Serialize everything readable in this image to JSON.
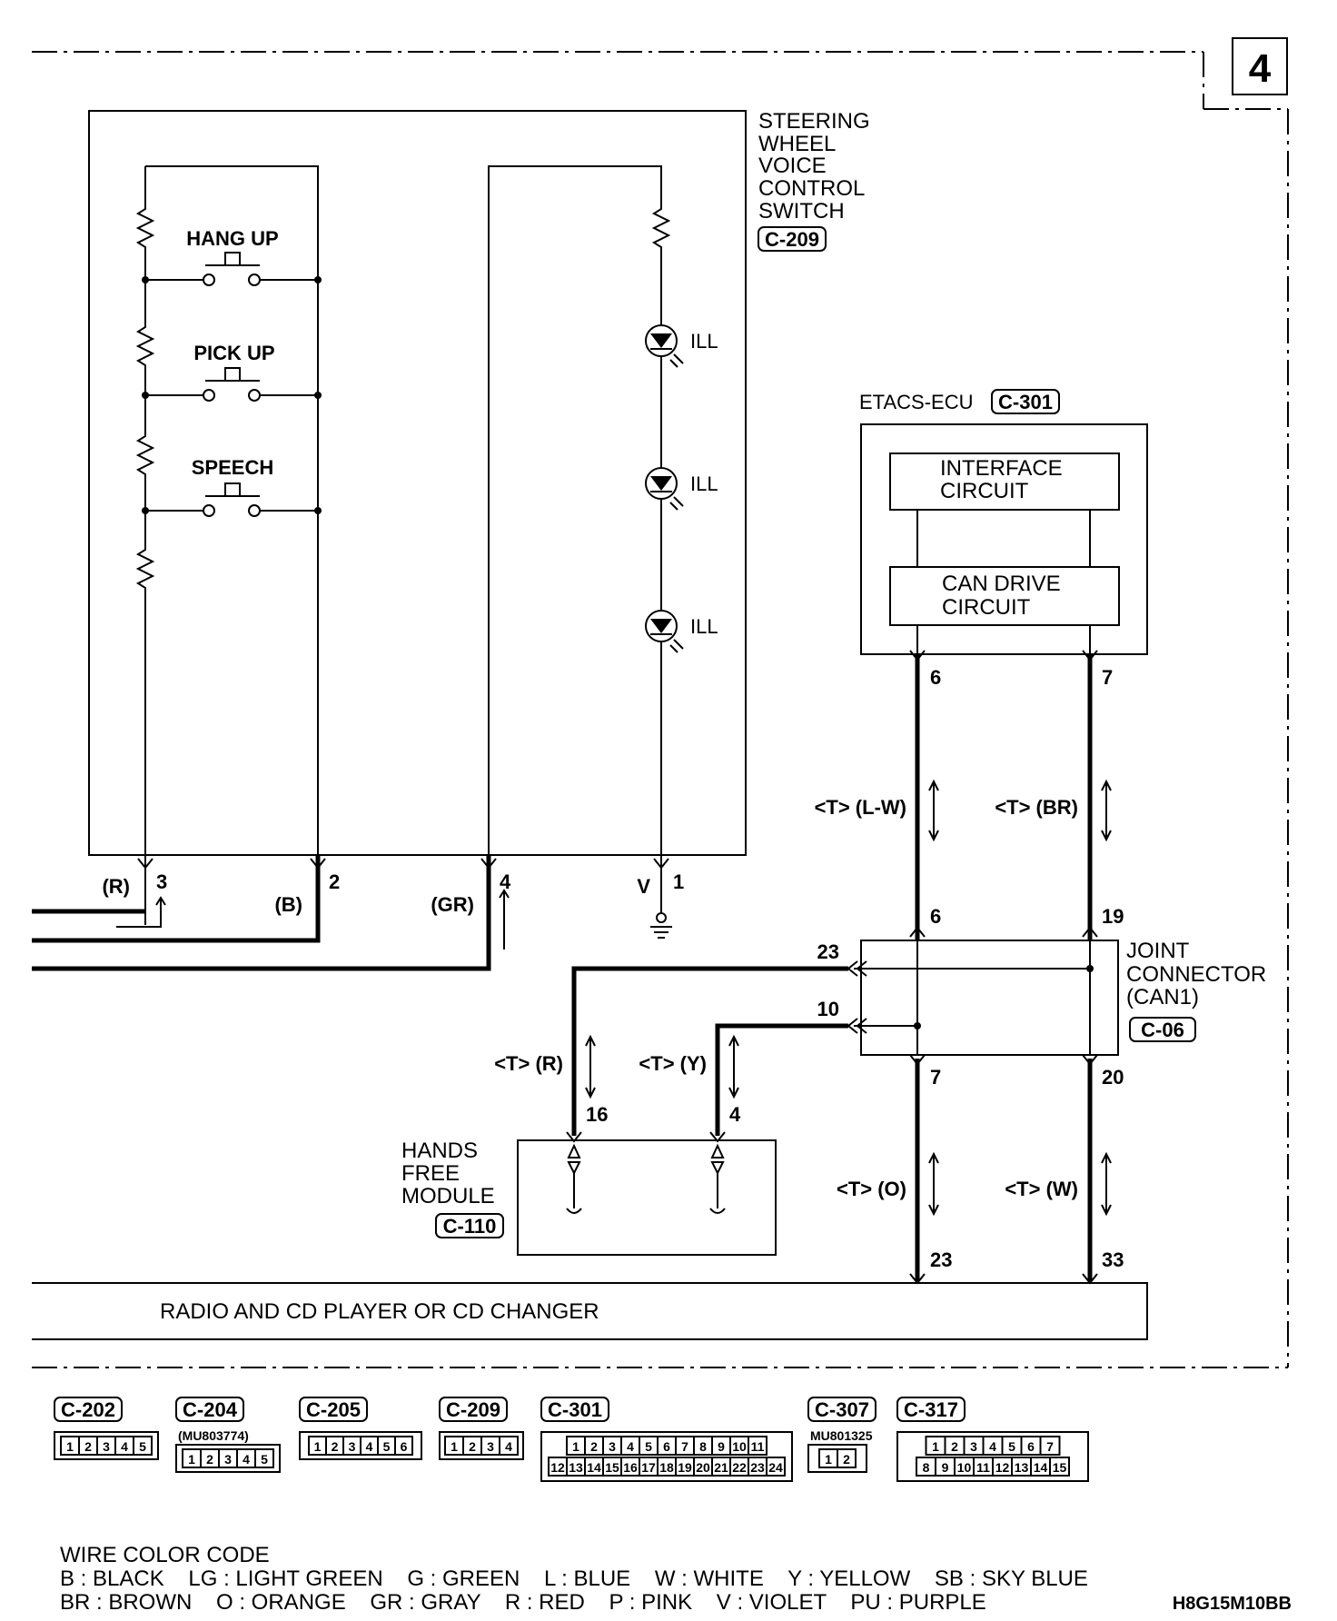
{
  "page_number": "4",
  "switch": {
    "name_lines": [
      "STEERING",
      "WHEEL",
      "VOICE",
      "CONTROL",
      "SWITCH"
    ],
    "connector": "C-209",
    "buttons": [
      "HANG UP",
      "PICK UP",
      "SPEECH"
    ],
    "ill_labels": [
      "ILL",
      "ILL",
      "ILL"
    ]
  },
  "switch_pins": [
    {
      "pin": "3",
      "color": "(R)"
    },
    {
      "pin": "2",
      "color": "(B)"
    },
    {
      "pin": "4",
      "color": "(GR)"
    },
    {
      "pin": "1",
      "color": "V"
    }
  ],
  "etacs": {
    "title": "ETACS-ECU",
    "connector": "C-301",
    "block1_lines": [
      "INTERFACE",
      "CIRCUIT"
    ],
    "block2_lines": [
      "CAN DRIVE",
      "CIRCUIT"
    ],
    "pin_left": "6",
    "pin_right": "7",
    "wire_left": "<T> (L-W)",
    "wire_right": "<T> (BR)"
  },
  "joint": {
    "name_lines": [
      "JOINT",
      "CONNECTOR",
      "(CAN1)"
    ],
    "connector": "C-06",
    "pin_top_left": "6",
    "pin_top_right": "19",
    "pin_23": "23",
    "pin_10": "10",
    "pin_bottom_left": "7",
    "pin_bottom_right": "20"
  },
  "hands_free": {
    "name_lines": [
      "HANDS",
      "FREE",
      "MODULE"
    ],
    "connector": "C-110",
    "pin_left": "16",
    "pin_right": "4",
    "wire_left": "<T> (R)",
    "wire_right": "<T> (Y)"
  },
  "radio": {
    "label": "RADIO AND CD PLAYER OR CD CHANGER",
    "pin_left": "23",
    "pin_right": "33",
    "wire_left": "<T> (O)",
    "wire_right": "<T> (W)"
  },
  "connectors": [
    {
      "id": "C-202",
      "part": "",
      "row1": [
        "1",
        "2",
        "3",
        "4",
        "5"
      ],
      "row2": []
    },
    {
      "id": "C-204",
      "part": "(MU803774)",
      "row1": [
        "1",
        "2",
        "3",
        "4",
        "5"
      ],
      "row2": []
    },
    {
      "id": "C-205",
      "part": "",
      "row1": [
        "1",
        "2",
        "3",
        "4",
        "5",
        "6"
      ],
      "row2": []
    },
    {
      "id": "C-209",
      "part": "",
      "row1": [
        "1",
        "2",
        "3",
        "4"
      ],
      "row2": []
    },
    {
      "id": "C-301",
      "part": "",
      "row1": [
        "1",
        "2",
        "3",
        "4",
        "5",
        "6",
        "7",
        "8",
        "9",
        "10",
        "11"
      ],
      "row2": [
        "12",
        "13",
        "14",
        "15",
        "16",
        "17",
        "18",
        "19",
        "20",
        "21",
        "22",
        "23",
        "24"
      ]
    },
    {
      "id": "C-307",
      "part": "MU801325",
      "row1": [
        "1",
        "2"
      ],
      "row2": []
    },
    {
      "id": "C-317",
      "part": "",
      "row1": [
        "1",
        "2",
        "3",
        "4",
        "5",
        "6",
        "7"
      ],
      "row2": [
        "8",
        "9",
        "10",
        "11",
        "12",
        "13",
        "14",
        "15"
      ]
    }
  ],
  "legend": {
    "title": "WIRE COLOR CODE",
    "line1": "B : BLACK    LG : LIGHT GREEN    G : GREEN    L : BLUE    W : WHITE    Y : YELLOW    SB : SKY BLUE",
    "line2": "BR : BROWN    O : ORANGE    GR : GRAY    R : RED    P : PINK    V : VIOLET    PU : PURPLE"
  },
  "figure_code": "H8G15M10BB"
}
